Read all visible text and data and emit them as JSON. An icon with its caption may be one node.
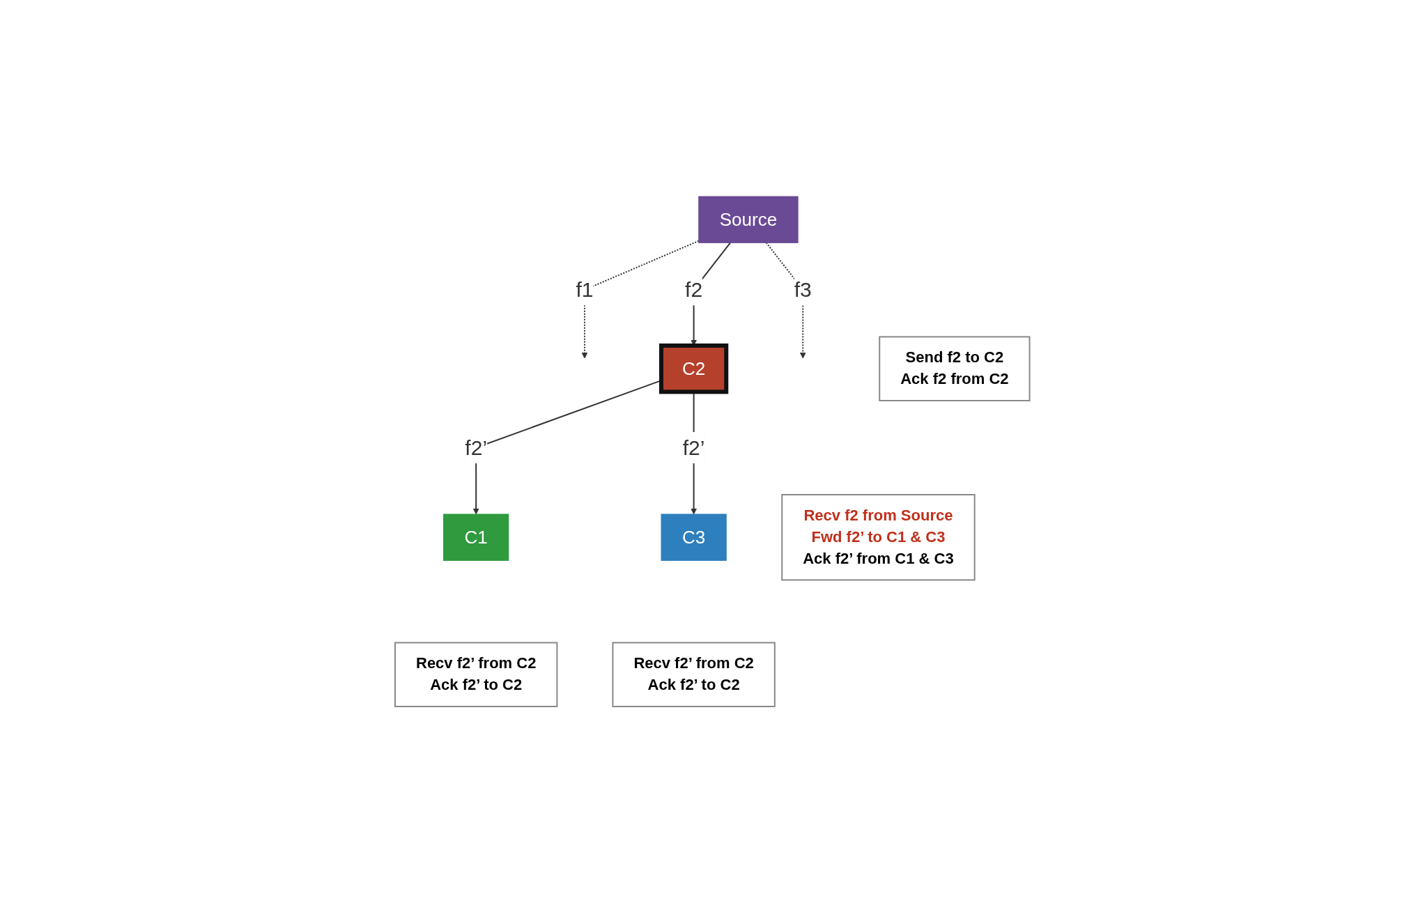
{
  "diagram": {
    "nodes": [
      {
        "text": [
          "Source"
        ]
      },
      {
        "text": [
          "Send f2 to C2",
          "Ack f2 from C2"
        ]
      },
      {
        "text": [
          "C2"
        ]
      },
      {
        "text": [
          "Recv f2 from Source",
          "Fwd f2’ to C1 & C3",
          "Ack f2’ from C1 & C3"
        ]
      },
      {
        "text": [
          "Recv f2’ from C2",
          "Ack f2’ to C2"
        ]
      },
      {
        "text": [
          "C1"
        ]
      },
      {
        "text": [
          "C3"
        ]
      },
      {
        "text": [
          "Recv f2’ from C2",
          "Ack f2’ to C2"
        ]
      }
    ],
    "edges": [
      {
        "from": 0,
        "to": null,
        "arrow": "to",
        "label": "f1",
        "style": "dashed"
      },
      {
        "from": 0,
        "to": 2,
        "arrow": "to",
        "label": "f2"
      },
      {
        "from": 0,
        "to": null,
        "arrow": "to",
        "label": "f3",
        "style": "dashed"
      },
      {
        "from": 2,
        "to": 5,
        "arrow": "to",
        "label": "f2’"
      },
      {
        "from": 2,
        "to": 6,
        "arrow": "to",
        "label": "f2’"
      }
    ]
  }
}
